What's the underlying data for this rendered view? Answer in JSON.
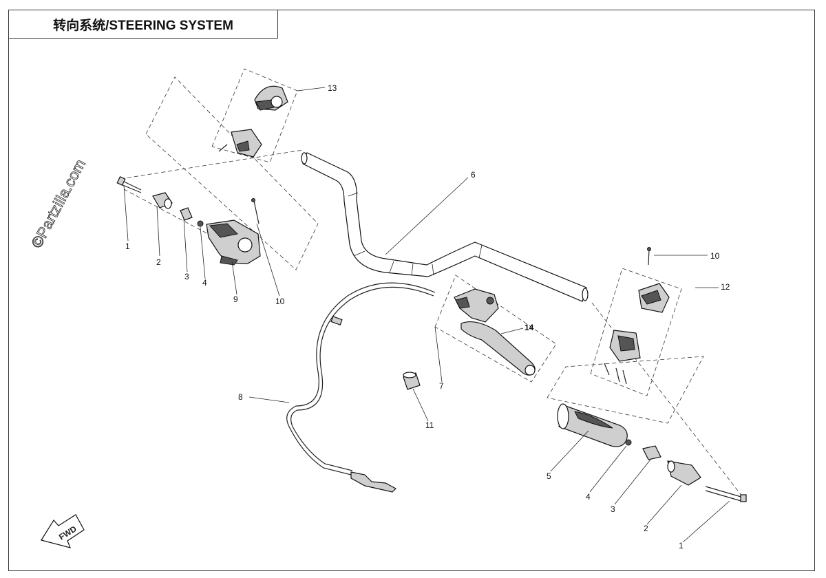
{
  "title": "转向系统/STEERING SYSTEM",
  "watermark": "©Partzilla.com",
  "fwd_label": "FWD",
  "callouts": [
    {
      "id": "left-1",
      "label": "1"
    },
    {
      "id": "left-2",
      "label": "2"
    },
    {
      "id": "left-3",
      "label": "3"
    },
    {
      "id": "left-4",
      "label": "4"
    },
    {
      "id": "left-9",
      "label": "9"
    },
    {
      "id": "left-10",
      "label": "10"
    },
    {
      "id": "top-13",
      "label": "13"
    },
    {
      "id": "bar-6",
      "label": "6"
    },
    {
      "id": "right-10",
      "label": "10"
    },
    {
      "id": "right-12",
      "label": "12"
    },
    {
      "id": "lever-14",
      "label": "14"
    },
    {
      "id": "lever-7",
      "label": "7"
    },
    {
      "id": "cable-8",
      "label": "8"
    },
    {
      "id": "cap-11",
      "label": "11"
    },
    {
      "id": "right-5",
      "label": "5"
    },
    {
      "id": "right-4",
      "label": "4"
    },
    {
      "id": "right-3",
      "label": "3"
    },
    {
      "id": "right-2",
      "label": "2"
    },
    {
      "id": "right-1",
      "label": "1"
    }
  ]
}
